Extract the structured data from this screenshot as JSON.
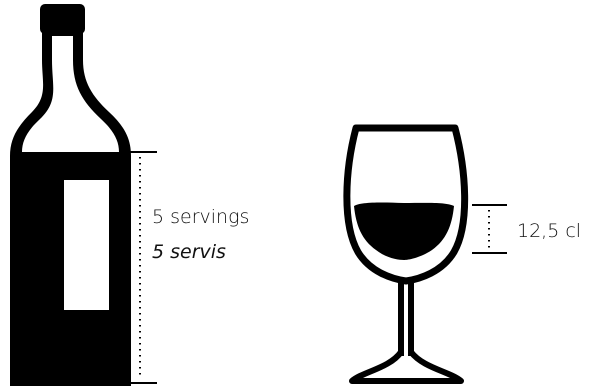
{
  "bottle": {
    "servings_en": "5 servings",
    "servings_tr": "5 servis"
  },
  "glass": {
    "volume": "12,5 cl"
  },
  "colors": {
    "ink": "#000000",
    "background": "#ffffff"
  }
}
